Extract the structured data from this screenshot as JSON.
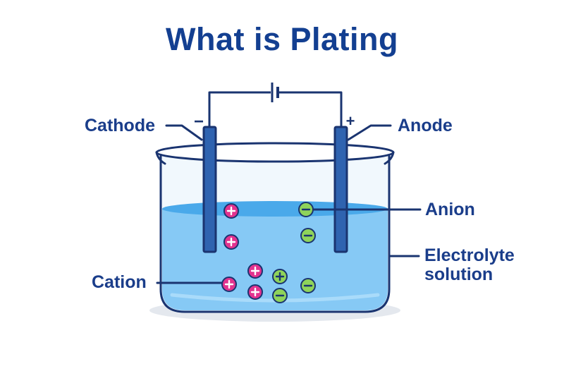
{
  "title": "What is Plating",
  "labels": {
    "cathode": "Cathode",
    "anode": "Anode",
    "anion": "Anion",
    "cation": "Cation",
    "electrolyte_line1": "Electrolyte",
    "electrolyte_line2": "solution"
  },
  "polarity": {
    "cathode_sign": "−",
    "anode_sign": "+"
  },
  "ion_signs": {
    "cation": "+",
    "anion": "−"
  },
  "colors": {
    "title": "#133f91",
    "label": "#1a3d8a",
    "outline": "#1a3470",
    "liquid": "#86c9f5",
    "liquid_surface": "#4aa9ea",
    "electrode": "#2f63b0",
    "cation_fill": "#e2338f",
    "anion_fill": "#8fd35a",
    "shadow": "#e4e8ee"
  }
}
